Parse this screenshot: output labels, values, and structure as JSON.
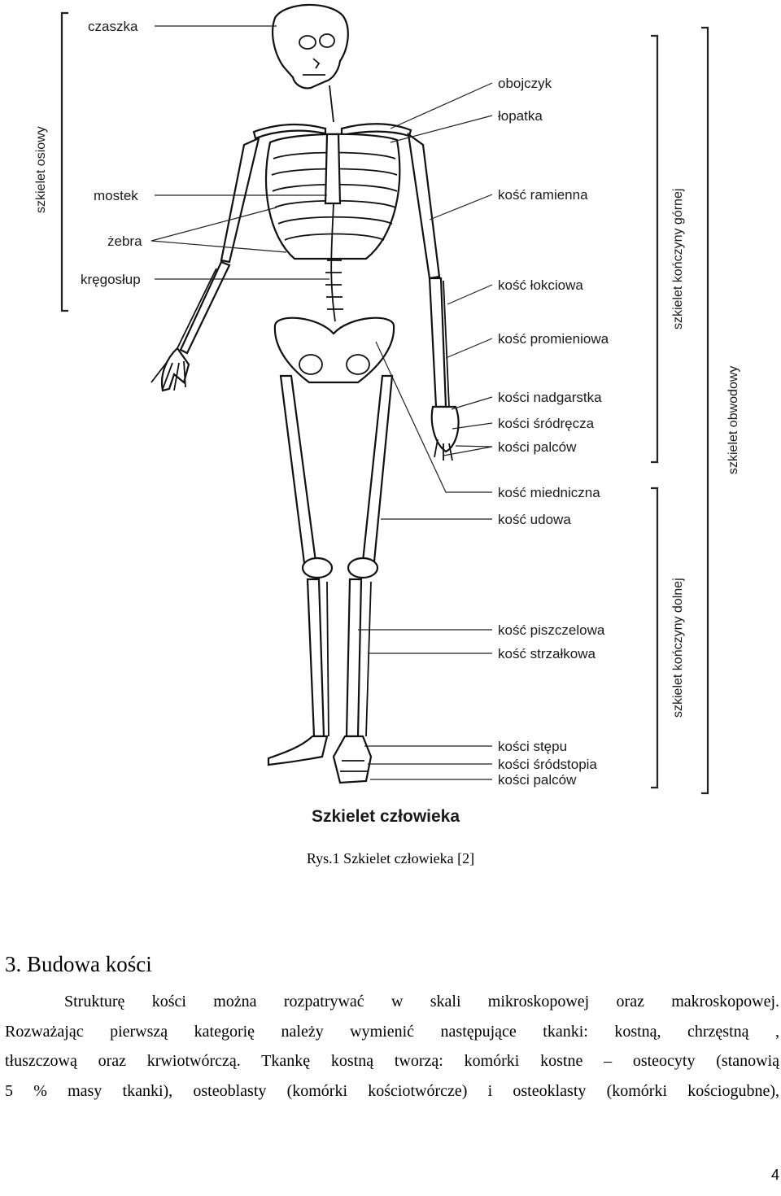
{
  "figure": {
    "labels_left": {
      "czaszka": "czaszka",
      "mostek": "mostek",
      "zebra": "żebra",
      "kregoslup": "kręgosłup"
    },
    "labels_right": {
      "obojczyk": "obojczyk",
      "lopatka": "łopatka",
      "kosc_ramienna": "kość ramienna",
      "kosc_lokciowa": "kość łokciowa",
      "kosc_promieniowa": "kość promieniowa",
      "kosci_nadgarstka": "kości nadgarstka",
      "kosci_srodrecza": "kości śródręcza",
      "kosci_palcow_reki": "kości palców",
      "kosc_miedniczna": "kość miedniczna",
      "kosc_udowa": "kość udowa",
      "kosc_piszczelowa": "kość piszczelowa",
      "kosc_strzalkowa": "kość strzałkowa",
      "kosci_stepu": "kości stępu",
      "kosci_srodstopia": "kości śródstopia",
      "kosci_palcow_stopy": "kości palców"
    },
    "groups": {
      "osiowy": "szkielet osiowy",
      "konczyny_gornej": "szkielet kończyny górnej",
      "konczyny_dolnej": "szkielet kończyny dolnej",
      "obwodowy": "szkielet obwodowy"
    },
    "title": "Szkielet człowieka"
  },
  "caption": "Rys.1 Szkielet człowieka [2]",
  "heading": "3. Budowa kości",
  "paragraph_lines": [
    "Strukturę kości można rozpatrywać w skali mikroskopowej oraz makroskopowej.",
    "Rozważając pierwszą kategorię należy wymienić następujące tkanki: kostną, chrzęstną ,",
    "tłuszczową oraz krwiotwórczą. Tkankę kostną tworzą: komórki kostne – osteocyty (stanowią",
    "5 % masy tkanki), osteoblasty (komórki kościotwórcze) i osteoklasty (komórki kościogubne),"
  ],
  "page_number": "4"
}
